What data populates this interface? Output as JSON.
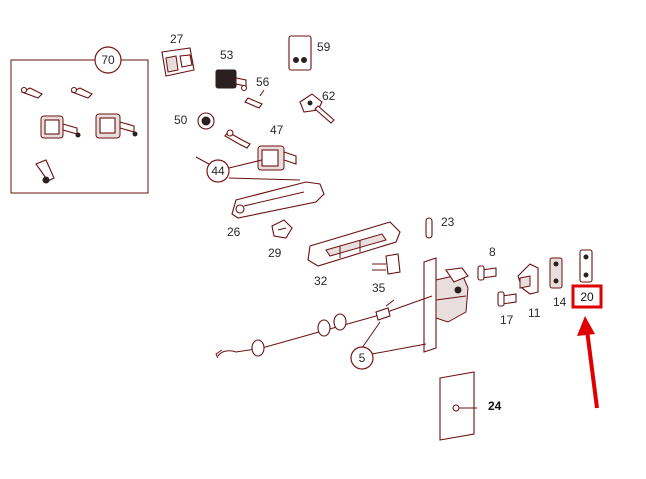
{
  "labels": {
    "p70": "70",
    "p27": "27",
    "p53": "53",
    "p59": "59",
    "p56": "56",
    "p62": "62",
    "p50": "50",
    "p47": "47",
    "p44": "44",
    "p26": "26",
    "p23": "23",
    "p29": "29",
    "p8": "8",
    "p32": "32",
    "p35": "35",
    "p14": "14",
    "p20": "20",
    "p17": "17",
    "p11": "11",
    "p5": "5",
    "p24": "24"
  },
  "highlight": {
    "part": "20",
    "box_color": "#e00000",
    "arrow_color": "#e00000"
  },
  "colors": {
    "line": "#6b1010",
    "paper": "#ffffff"
  }
}
